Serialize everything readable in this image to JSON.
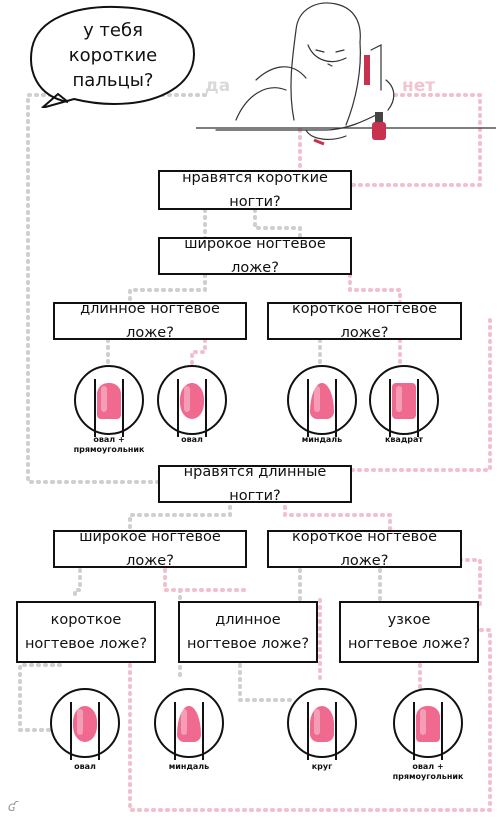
{
  "colors": {
    "nail": "#f0698f",
    "yes_dots": "#cfcfcf",
    "no_dots": "#f2c0cc",
    "outline": "#111111"
  },
  "bubble": {
    "text": "у тебя\nкороткие\nпальцы?"
  },
  "answers": {
    "yes": "да",
    "no": "нет"
  },
  "questions": {
    "likes_short": "нравятся короткие ногти?",
    "wide_bed_1": "широкое ногтевое ложе?",
    "long_bed_1": "длинное ногтевое ложе?",
    "short_bed_1": "короткое ногтевое ложе?",
    "likes_long": "нравятся длинные ногти?",
    "wide_bed_2": "широкое ногтевое ложе?",
    "short_bed_2": "короткое ногтевое ложе?",
    "short_bed_3": "короткое\nногтевое ложе?",
    "long_bed_3": "длинное\nногтевое ложе?",
    "narrow_bed": "узкое\nногтевое ложе?"
  },
  "results": [
    {
      "id": "r1",
      "label": "овал +\nпрямоугольник",
      "shape": "ovalrect"
    },
    {
      "id": "r2",
      "label": "овал",
      "shape": "oval"
    },
    {
      "id": "r3",
      "label": "миндаль",
      "shape": "almond"
    },
    {
      "id": "r4",
      "label": "квадрат",
      "shape": "square"
    },
    {
      "id": "r5",
      "label": "овал",
      "shape": "oval"
    },
    {
      "id": "r6",
      "label": "миндаль",
      "shape": "almond"
    },
    {
      "id": "r7",
      "label": "круг",
      "shape": "round"
    },
    {
      "id": "r8",
      "label": "овал +\nпрямоугольник",
      "shape": "ovalrect"
    }
  ]
}
